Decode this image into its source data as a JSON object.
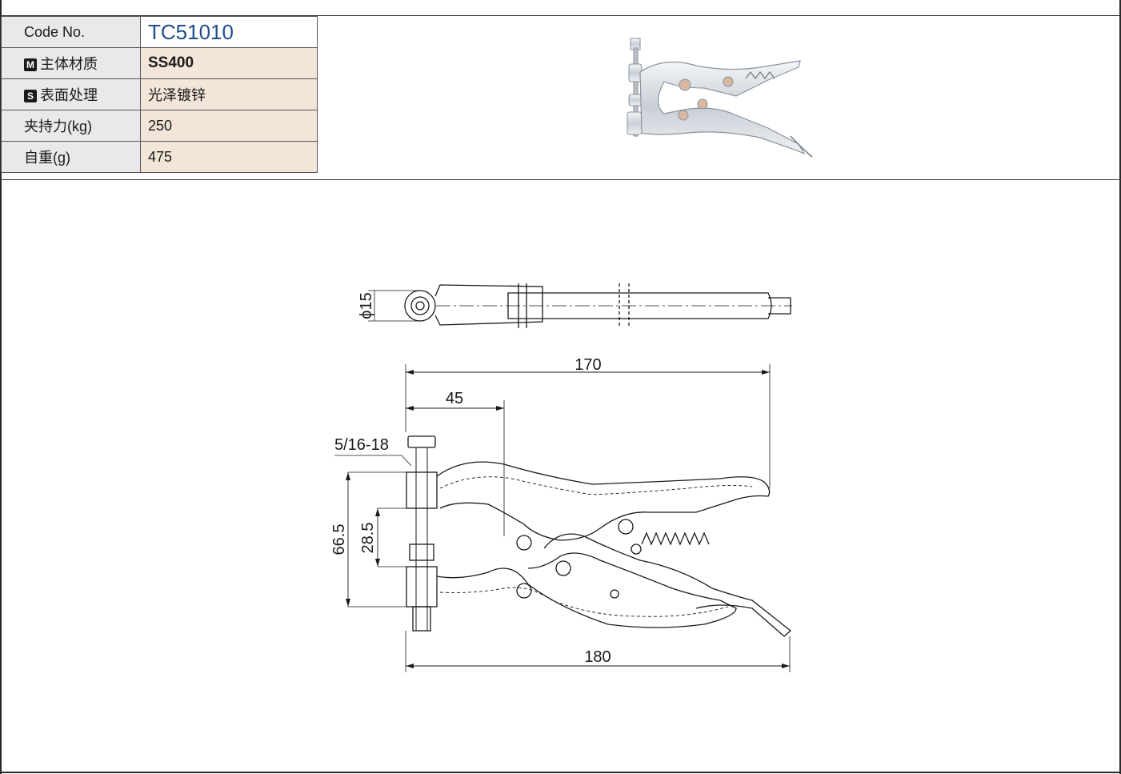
{
  "spec_table": {
    "rows": [
      {
        "tag": "",
        "label": "Code No.",
        "value": "TC51010"
      },
      {
        "tag": "M",
        "label": "主体材质",
        "value": "SS400"
      },
      {
        "tag": "S",
        "label": "表面处理",
        "value": "光泽镀锌"
      },
      {
        "tag": "",
        "label": "夹持力(kg)",
        "value": "250"
      },
      {
        "tag": "",
        "label": "自重(g)",
        "value": "475"
      }
    ]
  },
  "drawing": {
    "dim_diameter": "ϕ15",
    "dim_170": "170",
    "dim_45": "45",
    "dim_thread": "5/16-18",
    "dim_66_5": "66.5",
    "dim_28_5": "28.5",
    "dim_180": "180"
  }
}
